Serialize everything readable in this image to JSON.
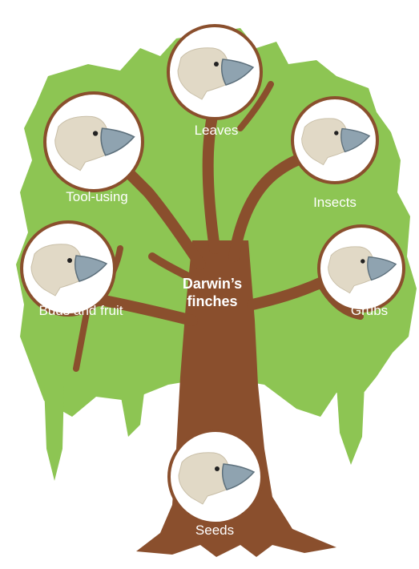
{
  "title_line1": "Darwin’s",
  "title_line2": "finches",
  "colors": {
    "foliage": "#8dc553",
    "trunk": "#8a4f2d",
    "circle_border": "#8a4f2d",
    "circle_fill": "#ffffff",
    "finch_head": "#e1d9c6",
    "beak": "#8fa3b0",
    "label_text": "#ffffff"
  },
  "finches": [
    {
      "id": "leaves",
      "label": "Leaves"
    },
    {
      "id": "tool-using",
      "label": "Tool-using"
    },
    {
      "id": "insects",
      "label": "Insects"
    },
    {
      "id": "buds-and-fruit",
      "label": "Buds and fruit"
    },
    {
      "id": "grubs",
      "label": "Grubs"
    },
    {
      "id": "seeds",
      "label": "Seeds"
    }
  ]
}
